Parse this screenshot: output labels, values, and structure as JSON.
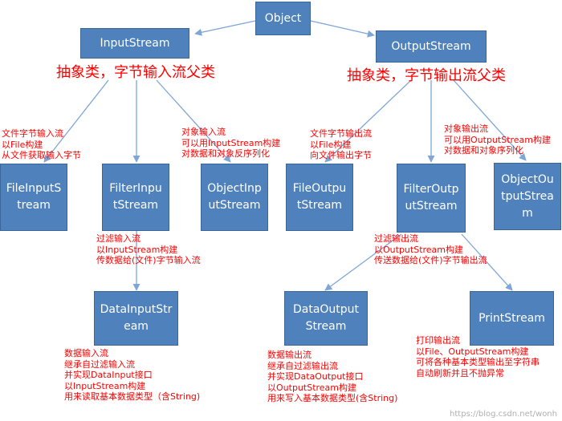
{
  "nodes": {
    "object": "Object",
    "input_stream": "InputStream",
    "output_stream": "OutputStream",
    "file_input_stream": "FileInputStream",
    "filter_input_stream": "FilterInputStream",
    "object_input_stream": "ObjectInputStream",
    "file_output_stream": "FileOutputStream",
    "filter_output_stream": "FilterOutputStream",
    "object_output_stream": "ObjectOutputStream",
    "data_input_stream": "DataInputStream",
    "data_output_stream": "DataOutputStream",
    "print_stream": "PrintStream"
  },
  "labels": {
    "input_desc": "抽象类，字节输入流父类",
    "output_desc": "抽象类，字节输出流父类"
  },
  "notes": {
    "file_input": [
      "文件字节输入流",
      "以File构建",
      "从文件获取输入字节"
    ],
    "object_input": [
      "对象输入流",
      "可以用InputStream构建",
      "对数据和对象反序列化"
    ],
    "file_output": [
      "文件字节输出流",
      "以File构建",
      "向文件输出字节"
    ],
    "object_output": [
      "对象输出流",
      "可以用OutputStream构建",
      "对数据和对象序列化"
    ],
    "filter_input": [
      "过滤输入流",
      "以InputStream构建",
      "传数据给(文件)字节输入流"
    ],
    "filter_output": [
      "过滤输出流",
      "以OutputStream构建",
      "传送数据给(文件)字节输出流"
    ],
    "data_input": [
      "数据输入流",
      "继承自过滤输入流",
      "并实现DataInput接口",
      "以InputStream构建",
      "用来读取基本数据类型（含String)"
    ],
    "data_output": [
      "数据输出流",
      "继承自过滤输出流",
      "并实现DataOutput接口",
      "以OutputStream构建",
      "用来写入基本数据类型(含String)"
    ],
    "print": [
      "打印输出流",
      "以File、OutputStream构建",
      "可将各种基本类型输出至字符串",
      "自动刷新并且不抛异常"
    ]
  },
  "watermark": "https://blog.csdn.net/wonh",
  "colors": {
    "node_fill": "#4f81bd",
    "node_text": "#ffffff",
    "note_text": "#ff0000",
    "arrow": "#7ea6d6"
  }
}
